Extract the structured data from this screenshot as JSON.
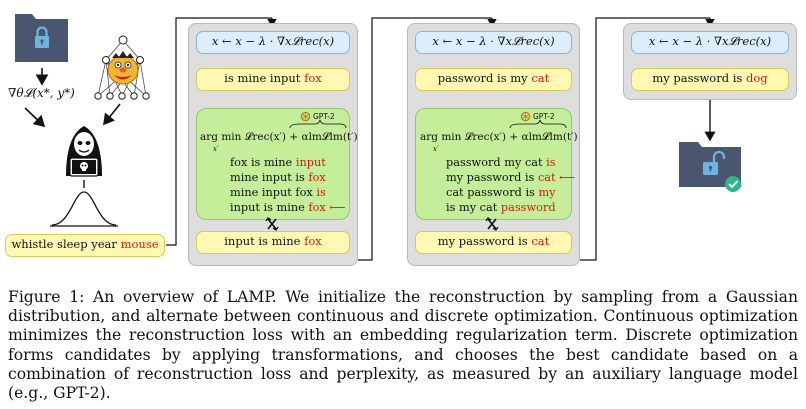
{
  "left": {
    "grad_label": "∇θ𝓛(x*, y*)",
    "sample_prefix": "whistle sleep year ",
    "sample_red": "mouse"
  },
  "panels": [
    {
      "update": "x ← x − λ · ∇x𝓛rec(x)",
      "input_prefix": "is mine input ",
      "input_red": "fox",
      "gpt_label": "GPT-2",
      "loss_expr": "arg min 𝓛rec(x′) + αlm𝓛lm(t′)",
      "loss_sub": "x′",
      "candidates": [
        {
          "prefix": "fox is mine ",
          "red": "input",
          "arrow": ""
        },
        {
          "prefix": "mine input is ",
          "red": "fox",
          "arrow": ""
        },
        {
          "prefix": "mine input fox ",
          "red": "is",
          "arrow": ""
        },
        {
          "prefix": "input is mine ",
          "red": "fox",
          "arrow": " ⟵"
        }
      ],
      "output_prefix": "input is mine ",
      "output_red": "fox"
    },
    {
      "update": "x ← x − λ · ∇x𝓛rec(x)",
      "input_prefix": "password is my ",
      "input_red": "cat",
      "gpt_label": "GPT-2",
      "loss_expr": "arg min 𝓛rec(x′) + αlm𝓛lm(t′)",
      "loss_sub": "x′",
      "candidates": [
        {
          "prefix": "password my cat ",
          "red": "is",
          "arrow": ""
        },
        {
          "prefix": "my password is ",
          "red": "cat",
          "arrow": " ⟵"
        },
        {
          "prefix": "cat password is ",
          "red": "my",
          "arrow": ""
        },
        {
          "prefix": "is my cat ",
          "red": "password",
          "arrow": ""
        }
      ],
      "output_prefix": "my password is ",
      "output_red": "cat"
    },
    {
      "update": "x ← x − λ · ∇x𝓛rec(x)",
      "input_prefix": "my password is ",
      "input_red": "dog"
    }
  ],
  "caption": "Figure 1:  An overview of LAMP. We initialize the reconstruction by sampling from a Gaussian distribution, and alternate between continuous and discrete optimization. Continuous optimization minimizes the reconstruction loss with an embedding regularization term. Discrete optimization forms candidates by applying transformations, and chooses the best candidate based on a combination of reconstruction loss and perplexity, as measured by an auxiliary language model (e.g., GPT-2).",
  "colors": {
    "folder": "#4a5570",
    "lock": "#6fb3df",
    "yellow_box": "#fff8b3",
    "blue_box": "#dceefb",
    "green_box": "#c4ee99",
    "panel_grey": "#dedede",
    "red_text": "#d11c16",
    "check_green": "#2fb58a"
  },
  "icons": [
    "locked-folder-icon",
    "gpt2-network-icon",
    "hacker-icon",
    "gaussian-curve-icon",
    "openai-logo-icon",
    "swap-icon",
    "unlocked-folder-icon",
    "checkmark-icon"
  ]
}
